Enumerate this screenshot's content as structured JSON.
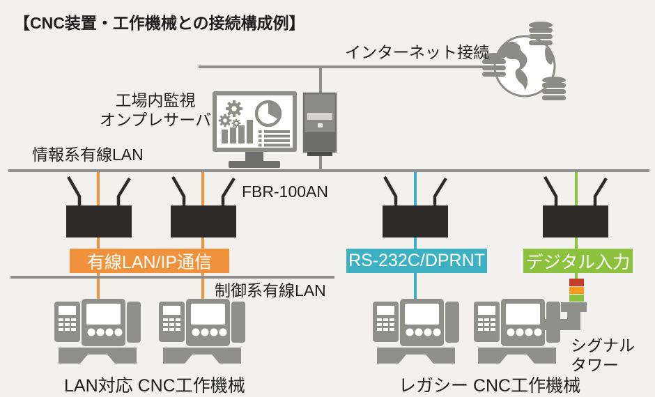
{
  "title": "【CNC装置・工作機械との接続構成例】",
  "internet": {
    "label": "インターネット接続"
  },
  "server": {
    "line1": "工場内監視",
    "line2": "オンプレサーバ"
  },
  "router_model": "FBR-100AN",
  "lan": {
    "info": "情報系有線LAN",
    "control": "制御系有線LAN"
  },
  "connections": [
    {
      "id": "wired-lan-ip",
      "label": "有線LAN/IP通信",
      "color": "#f0913c"
    },
    {
      "id": "rs232c-dprnt",
      "label": "RS-232C/DPRNT",
      "color": "#3db1c1"
    },
    {
      "id": "digital-input",
      "label": "デジタル入力",
      "color": "#8cc23d"
    }
  ],
  "machine_groups": [
    {
      "label": "LAN対応 CNC工作機械"
    },
    {
      "label": "レガシー CNC工作機械"
    }
  ],
  "signal_tower": {
    "line1": "シグナル",
    "line2": "タワー",
    "segment_colors": [
      "#c63c2a",
      "#f5991f",
      "#8cc23d"
    ]
  },
  "icons": {
    "globe-database-icon": "internet / cloud databases",
    "monitor-dashboard-icon": "factory monitoring dashboard",
    "server-tower-icon": "on-premise server",
    "wifi-router-icon": "FBR-100AN wireless converter",
    "cnc-machine-icon": "CNC machine tool",
    "signal-tower-icon": "stack light"
  },
  "palette": {
    "background": "#f2f1ee",
    "bus_gray": "#8e8e8c",
    "device_gray": "#8f8f8b",
    "router_black": "#2e2c2a",
    "text": "#1e1e1e"
  }
}
